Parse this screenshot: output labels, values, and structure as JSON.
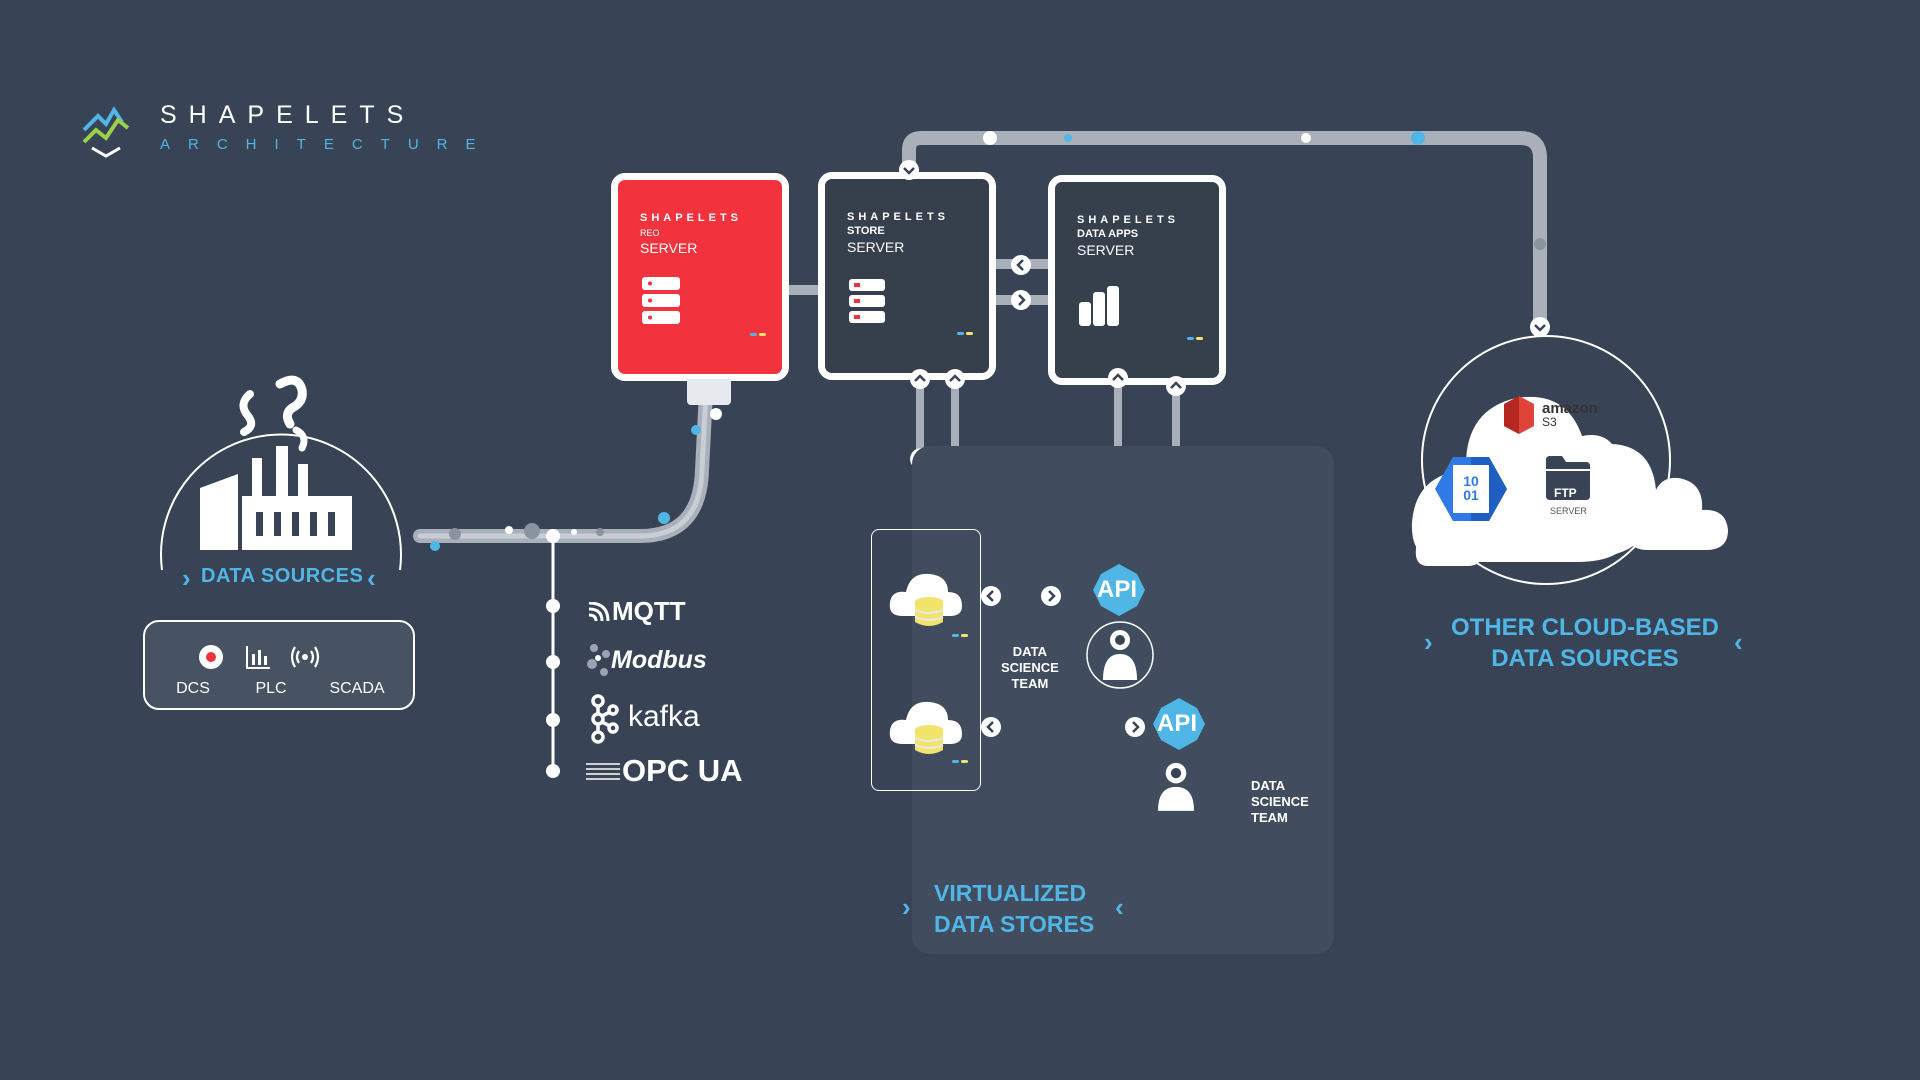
{
  "brand": {
    "name": "SHAPELETS",
    "subtitle": "ARCHITECTURE"
  },
  "servers": {
    "reo": {
      "brand": "SHAPELETS",
      "line1": "REO",
      "line2": "SERVER"
    },
    "store": {
      "brand": "SHAPELETS",
      "line1": "STORE",
      "line2": "SERVER"
    },
    "data_apps": {
      "brand": "SHAPELETS",
      "line1": "DATA APPS",
      "line2": "SERVER"
    }
  },
  "data_sources": {
    "label": "DATA SOURCES",
    "items": [
      {
        "label": "DCS",
        "icon": "record-icon"
      },
      {
        "label": "PLC",
        "icon": "bar-chart-icon"
      },
      {
        "label": "SCADA",
        "icon": "broadcast-icon"
      }
    ]
  },
  "protocols": {
    "mqtt": "MQTT",
    "modbus": "Modbus",
    "kafka": "kafka",
    "opcua": "OPC UA"
  },
  "virtualized": {
    "line1": "VIRTUALIZED",
    "line2": "DATA STORES"
  },
  "api": {
    "label1": "API",
    "label2": "API"
  },
  "team_top": {
    "line1": "DATA",
    "line2": "SCIENCE",
    "line3": "TEAM"
  },
  "team_bottom": {
    "line1": "DATA",
    "line2": "SCIENCE",
    "line3": "TEAM"
  },
  "cloud": {
    "amazon": "amazon",
    "s3": "S3",
    "gcs": "10 01",
    "ftp": "FTP",
    "ftp_sub": "SERVER",
    "label_line1": "OTHER CLOUD-BASED",
    "label_line2": "DATA SOURCES"
  },
  "chevrons": {
    "left": "›",
    "right": "‹"
  },
  "colors": {
    "background": "#384455",
    "accent_blue": "#4fb6e6",
    "reo_red": "#f2323d",
    "pipe_grey": "#a9b0ba",
    "db_yellow": "#f2e36b"
  }
}
